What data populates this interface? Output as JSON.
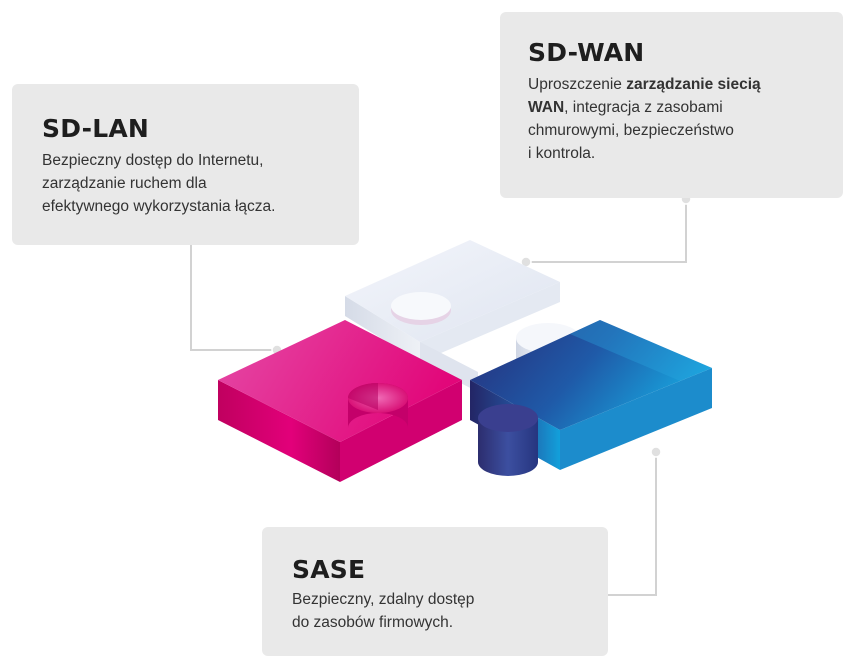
{
  "cards": {
    "sdlan": {
      "title": "SD-LAN",
      "line1": "Bezpieczny dostęp do Internetu,",
      "line2": "zarządzanie ruchem dla",
      "line3": "efektywnego wykorzystania łącza."
    },
    "sdwan": {
      "title": "SD-WAN",
      "line1_pre": "Uproszczenie ",
      "line1_bold": "zarządzanie siecią",
      "line2_bold": "WAN",
      "line2_rest": ", integracja z zasobami",
      "line3": "chmurowymi, bezpieczeństwo",
      "line4": "i kontrola."
    },
    "sase": {
      "title": "SASE",
      "line1": "Bezpieczny, zdalny dostęp",
      "line2": "do zasobów firmowych."
    }
  },
  "colors": {
    "card_bg": "#e9e9e9",
    "magenta": "#e20074",
    "blue_dark": "#2a2f7e",
    "blue_light": "#14a8e0",
    "white_piece": "#eef1f7",
    "connector": "#cfcfcf"
  }
}
